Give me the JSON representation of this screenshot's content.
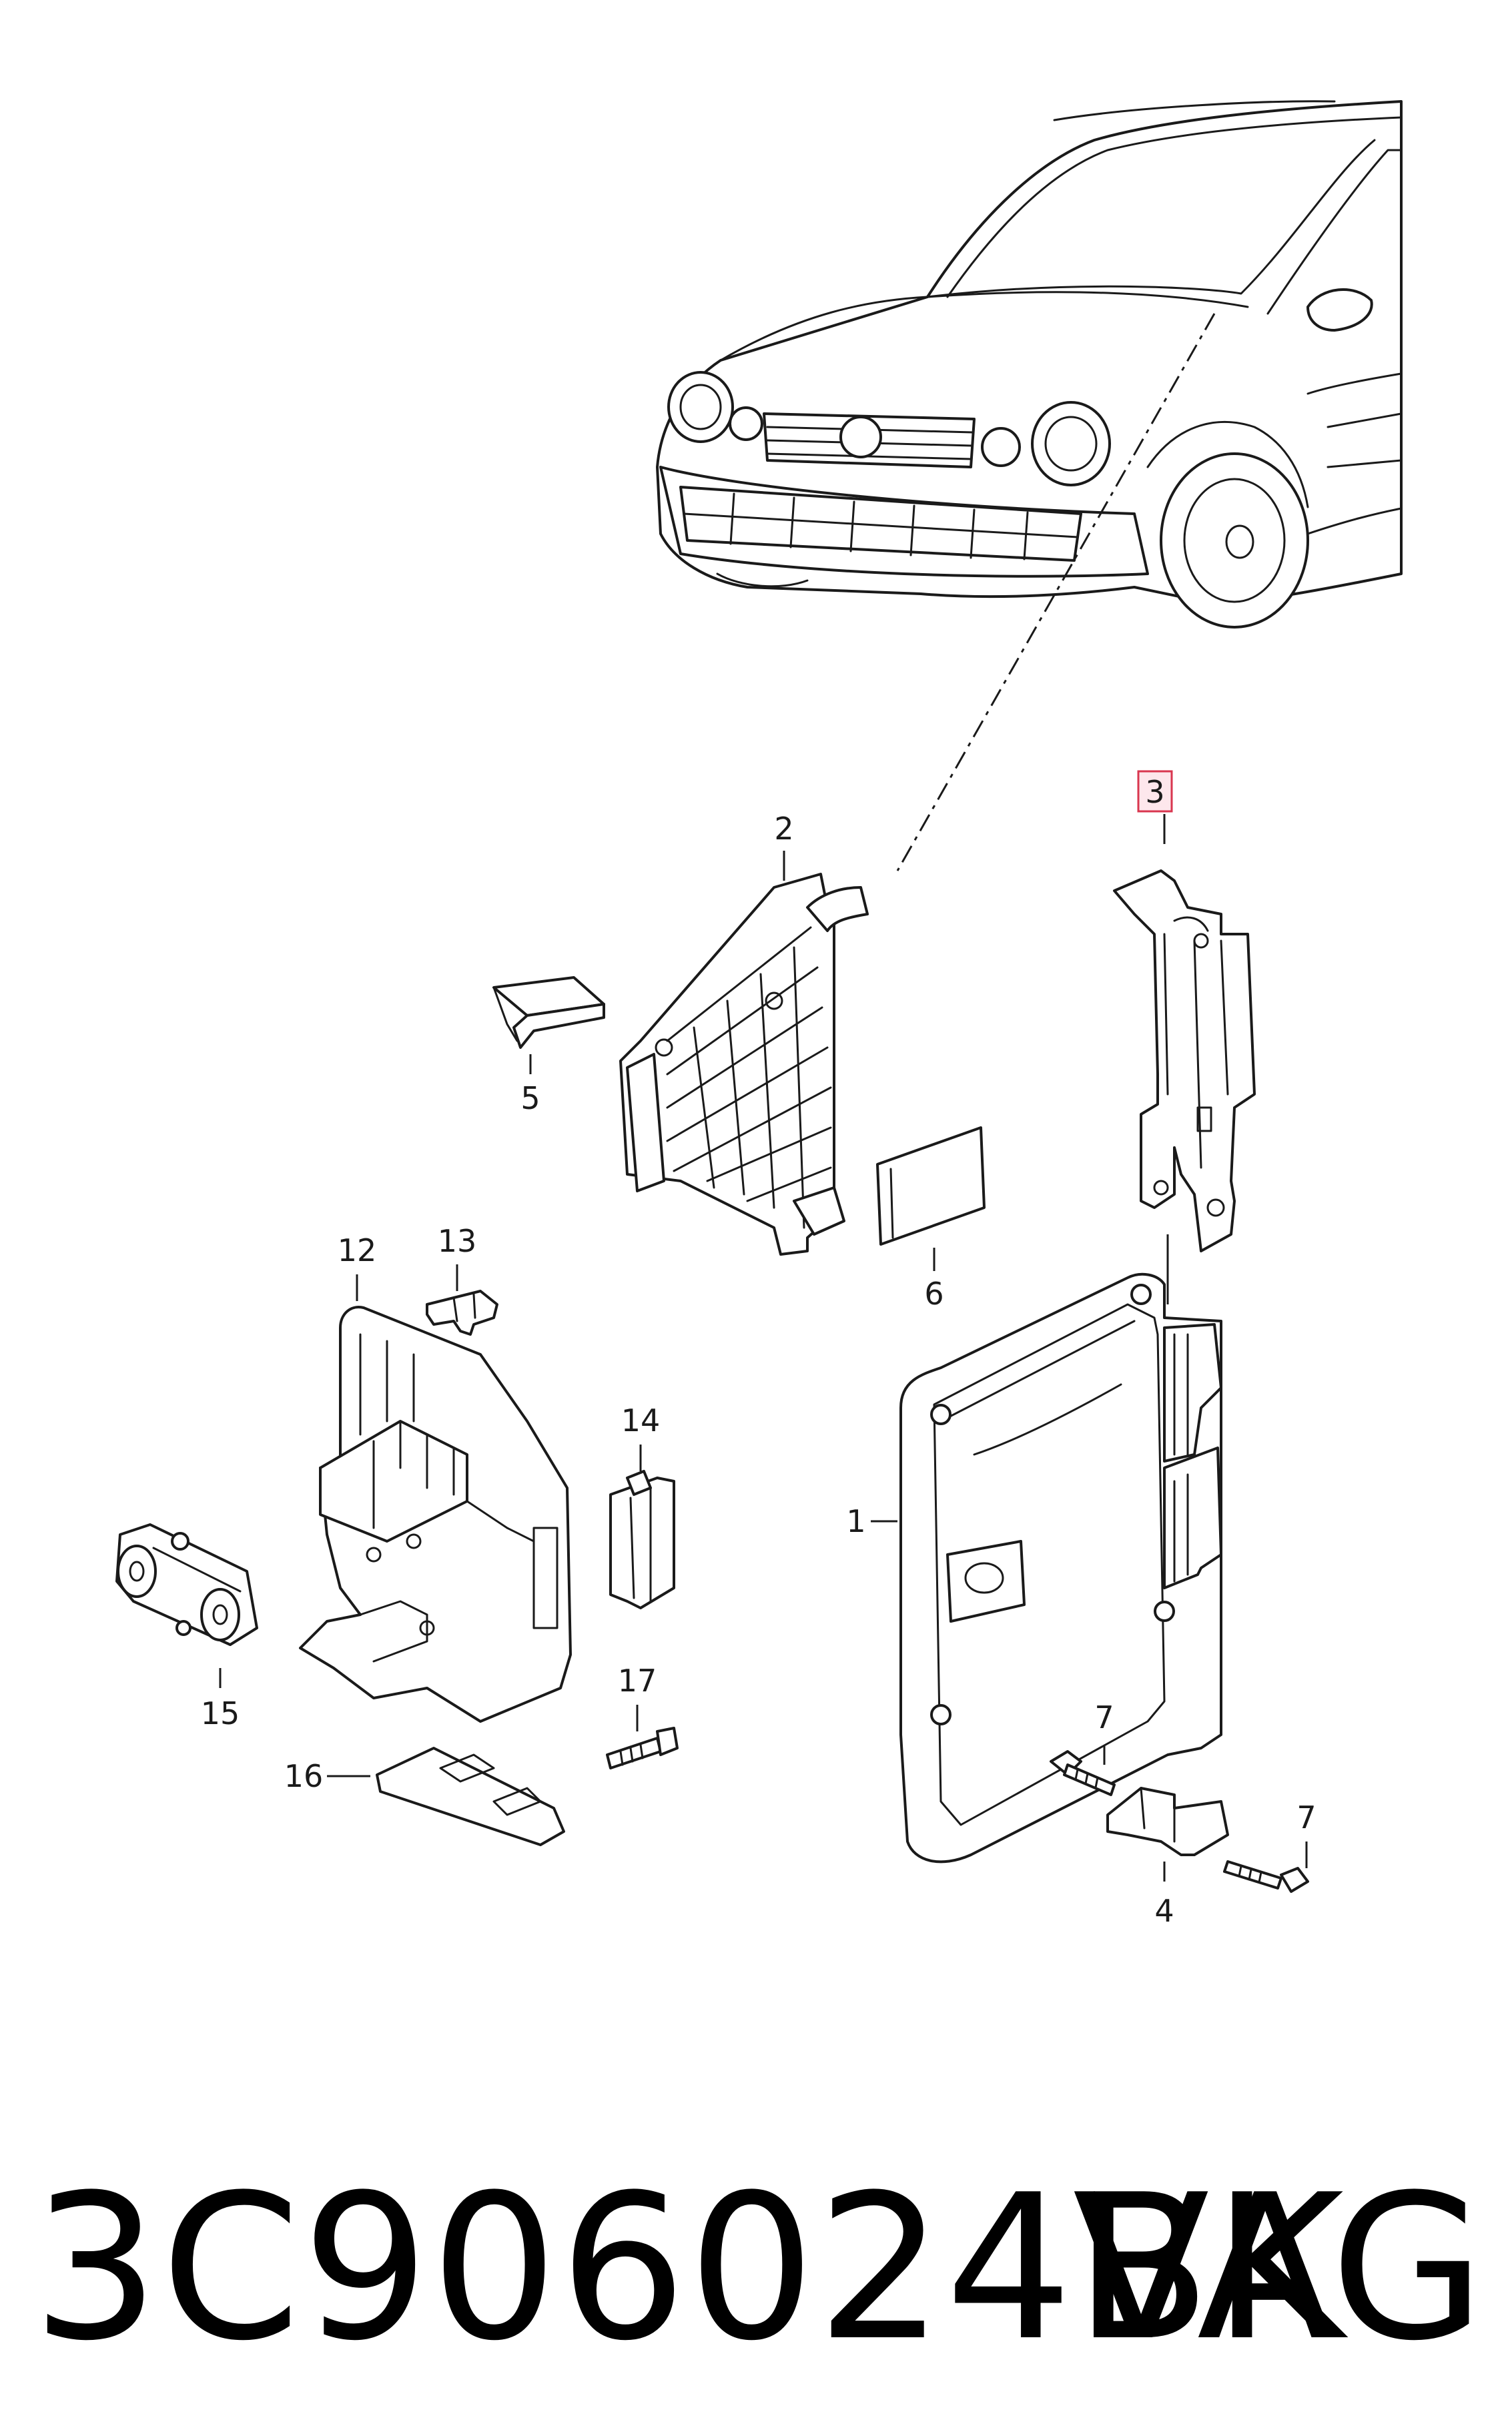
{
  "callouts": {
    "c1": "1",
    "c2": "2",
    "c3": "3",
    "c4": "4",
    "c5": "5",
    "c6": "6",
    "c7a": "7",
    "c7b": "7",
    "c7c": "7",
    "c12": "12",
    "c13": "13",
    "c14": "14",
    "c15": "15",
    "c16": "16",
    "c17": "17"
  },
  "highlighted_callout": "3",
  "footer": {
    "part_number": "3C906024BK",
    "brand": "VAG"
  },
  "colors": {
    "line": "#1a1a1a",
    "highlight_fill": "#fde7ec",
    "highlight_stroke": "#d9364f"
  }
}
